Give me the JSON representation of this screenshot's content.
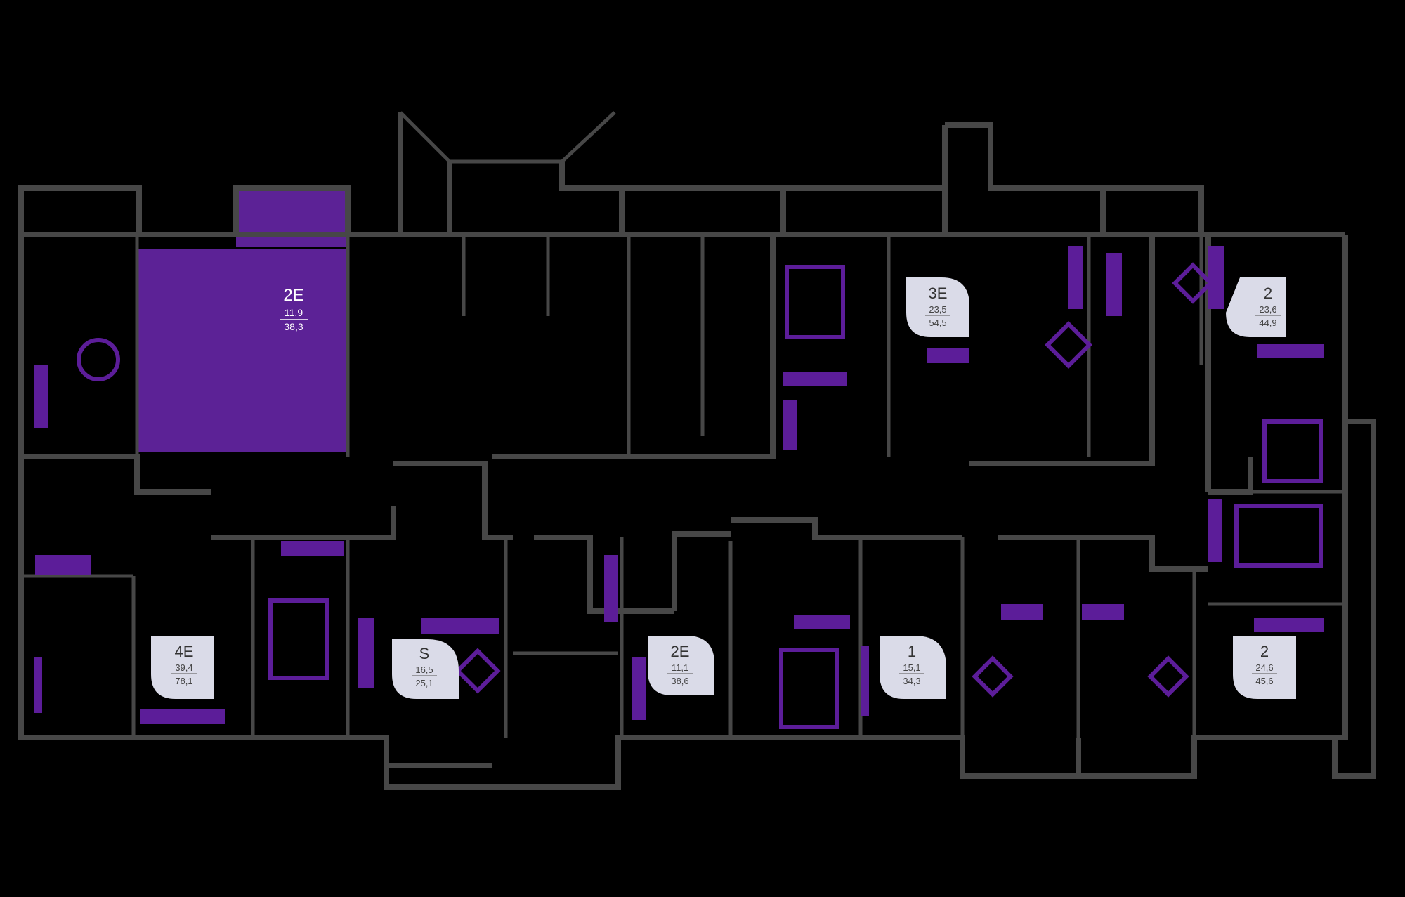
{
  "floor_plan": {
    "colors": {
      "background": "#000000",
      "walls": "#474747",
      "furniture": "#5c1d99",
      "selected_apartment": "#5c2296",
      "badge": "#dadbe8"
    },
    "selected_unit": {
      "type": "2E",
      "living_area": "11,9",
      "total_area": "38,3"
    },
    "units": [
      {
        "id": "u-3e",
        "type": "3E",
        "living_area": "23,5",
        "total_area": "54,5"
      },
      {
        "id": "u-2-top",
        "type": "2",
        "living_area": "23,6",
        "total_area": "44,9"
      },
      {
        "id": "u-4e",
        "type": "4E",
        "living_area": "39,4",
        "total_area": "78,1"
      },
      {
        "id": "u-s",
        "type": "S",
        "living_area": "16,5",
        "total_area": "25,1"
      },
      {
        "id": "u-2e",
        "type": "2E",
        "living_area": "11,1",
        "total_area": "38,6"
      },
      {
        "id": "u-1",
        "type": "1",
        "living_area": "15,1",
        "total_area": "34,3"
      },
      {
        "id": "u-2-bot",
        "type": "2",
        "living_area": "24,6",
        "total_area": "45,6"
      }
    ]
  }
}
